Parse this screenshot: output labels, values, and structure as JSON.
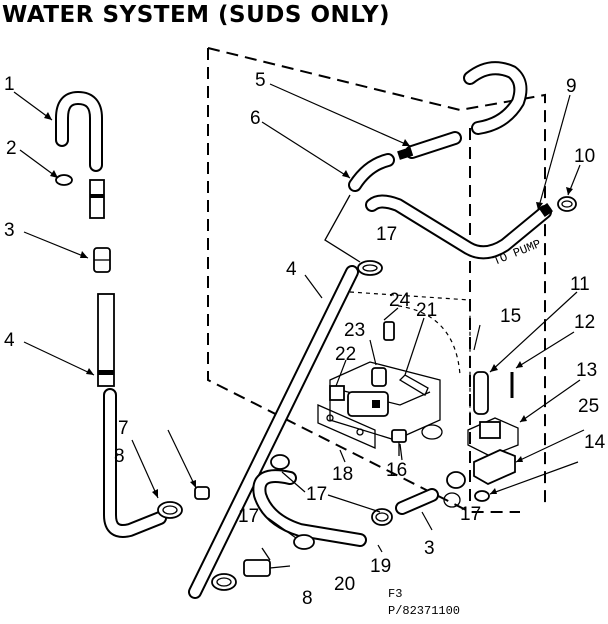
{
  "title": "WATER SYSTEM (SUDS ONLY)",
  "callouts": {
    "c1": "1",
    "c2": "2",
    "c3a": "3",
    "c3b": "3",
    "c4a": "4",
    "c4b": "4",
    "c5": "5",
    "c6": "6",
    "c7": "7",
    "c8a": "8",
    "c8b": "8",
    "c9": "9",
    "c10": "10",
    "c11": "11",
    "c12": "12",
    "c13": "13",
    "c14": "14",
    "c15": "15",
    "c16": "16",
    "c17a": "17",
    "c17b": "17",
    "c17c": "17",
    "c17d": "17",
    "c18": "18",
    "c19": "19",
    "c20": "20",
    "c21": "21",
    "c22": "22",
    "c23": "23",
    "c24": "24",
    "c25": "25"
  },
  "to_pump_label": "TO PUMP",
  "figure_code": "F3",
  "part_code": "P/82371100"
}
